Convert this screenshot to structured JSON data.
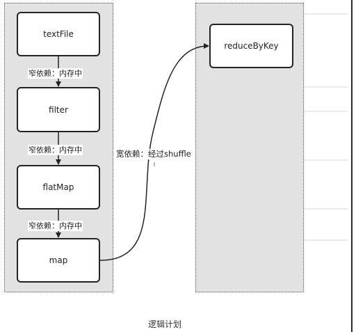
{
  "nodes": {
    "textfile": "textFile",
    "filter": "filter",
    "flatmap": "flatMap",
    "map": "map",
    "reducebykey": "reduceByKey"
  },
  "edge_labels": {
    "narrow_1": "窄依赖：内存中",
    "narrow_2": "窄依赖：内存中",
    "narrow_3": "窄依赖：内存中",
    "wide": "宽依赖：经过shuffle"
  },
  "caption": "逻辑计划",
  "colors": {
    "panel_fill": "#e2e2e2",
    "node_fill": "#ffffff",
    "stroke": "#222222"
  }
}
